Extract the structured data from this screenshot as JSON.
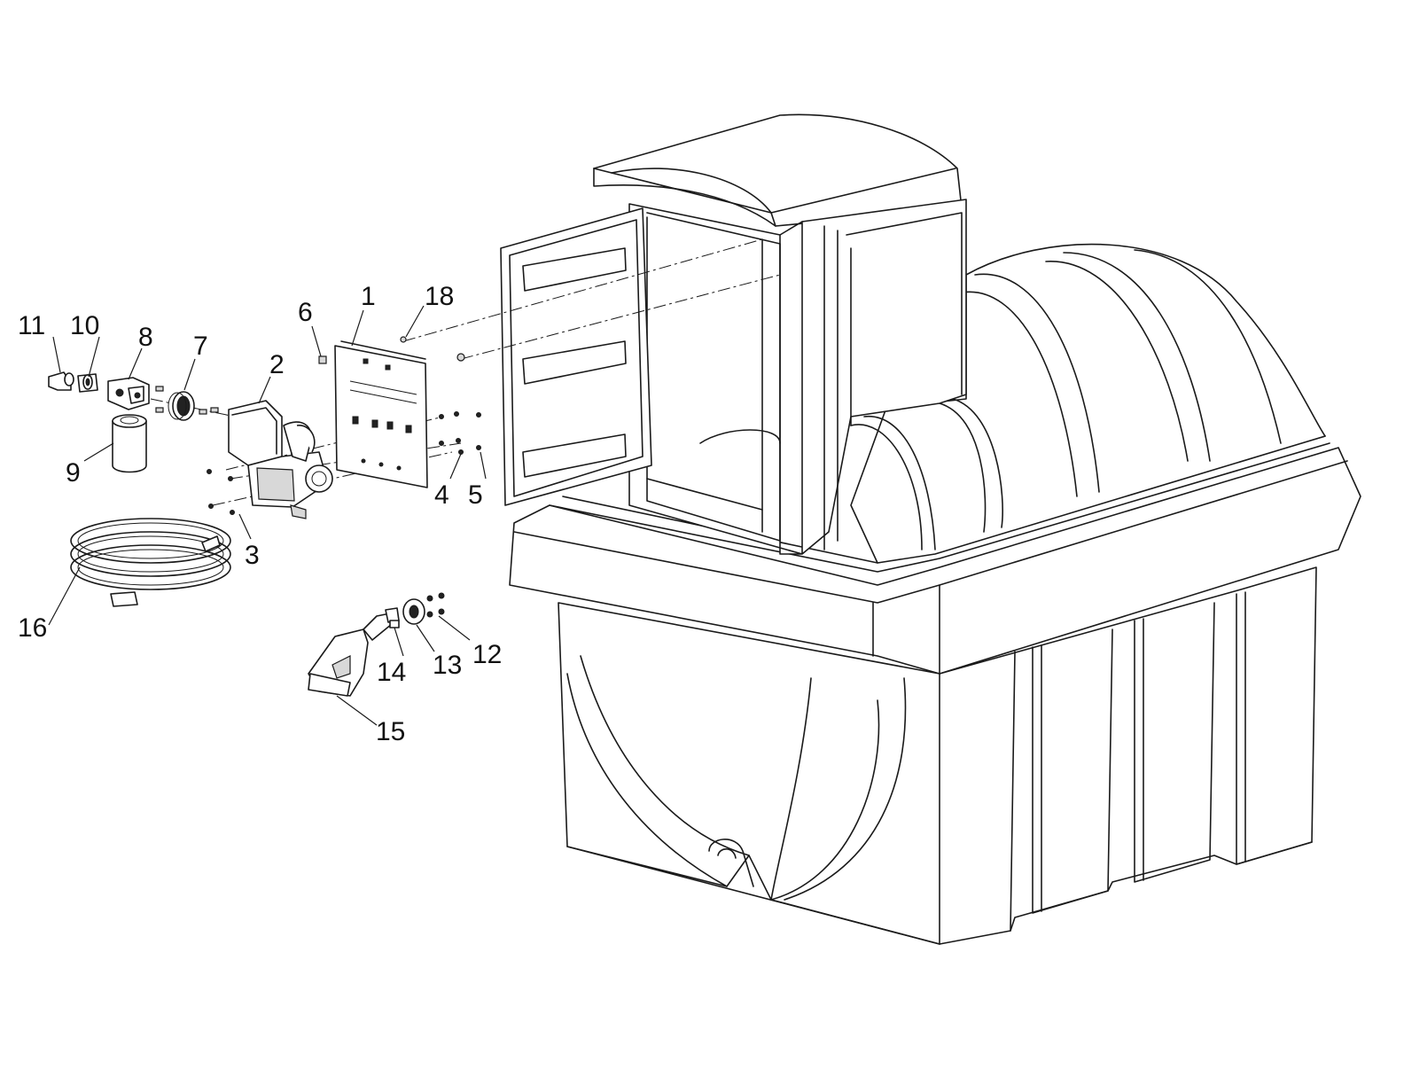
{
  "callouts": [
    {
      "id": "c1",
      "text": "1"
    },
    {
      "id": "c2",
      "text": "2"
    },
    {
      "id": "c3",
      "text": "3"
    },
    {
      "id": "c4",
      "text": "4"
    },
    {
      "id": "c5",
      "text": "5"
    },
    {
      "id": "c6",
      "text": "6"
    },
    {
      "id": "c7",
      "text": "7"
    },
    {
      "id": "c8",
      "text": "8"
    },
    {
      "id": "c9",
      "text": "9"
    },
    {
      "id": "c10",
      "text": "10"
    },
    {
      "id": "c11",
      "text": "11"
    },
    {
      "id": "c12",
      "text": "12"
    },
    {
      "id": "c13",
      "text": "13"
    },
    {
      "id": "c14",
      "text": "14"
    },
    {
      "id": "c15",
      "text": "15"
    },
    {
      "id": "c16",
      "text": "16"
    },
    {
      "id": "c18",
      "text": "18"
    }
  ]
}
